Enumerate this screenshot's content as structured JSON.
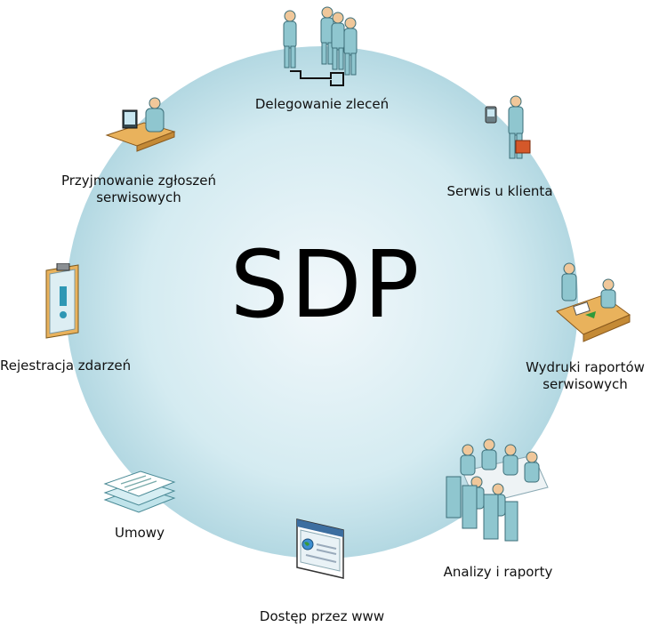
{
  "title": "SDP",
  "nodes": [
    {
      "label": "Delegowanie zleceń",
      "icon": "team-delegation-icon"
    },
    {
      "label": "Serwis u klienta",
      "icon": "field-technician-icon"
    },
    {
      "label": "Wydruki raportów\nserwisowych",
      "icon": "service-report-desk-icon"
    },
    {
      "label": "Analizy i raporty",
      "icon": "meeting-room-icon"
    },
    {
      "label": "Dostęp przez www",
      "icon": "web-browser-icon"
    },
    {
      "label": "Umowy",
      "icon": "contract-documents-icon"
    },
    {
      "label": "Rejestracja zdarzeń",
      "icon": "alert-clipboard-icon"
    },
    {
      "label": "Przyjmowanie zgłoszeń\nserwisowych",
      "icon": "helpdesk-operator-icon"
    }
  ],
  "colors": {
    "circle_center": "#f2f8fb",
    "circle_edge": "#b6d9e3",
    "person_fill": "#8fc6cf",
    "person_skin": "#f0c79a",
    "desk": "#e9b25c"
  }
}
